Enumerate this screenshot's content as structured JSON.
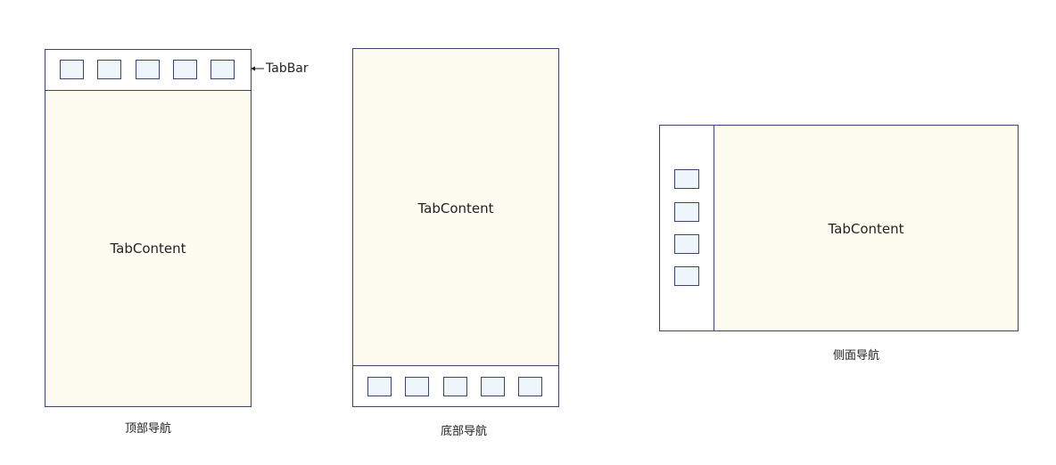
{
  "diagrams": [
    {
      "content_label": "TabContent",
      "caption": "顶部导航",
      "tab_count": 5,
      "bar_annotation": "TabBar"
    },
    {
      "content_label": "TabContent",
      "caption": "底部导航",
      "tab_count": 5
    },
    {
      "content_label": "TabContent",
      "caption": "侧面导航",
      "tab_count": 4
    }
  ],
  "colors": {
    "border": "#3e4469",
    "content_background": "#fefcf0",
    "bar_background": "#ffffff",
    "tab_fill": "#eef5fb"
  }
}
